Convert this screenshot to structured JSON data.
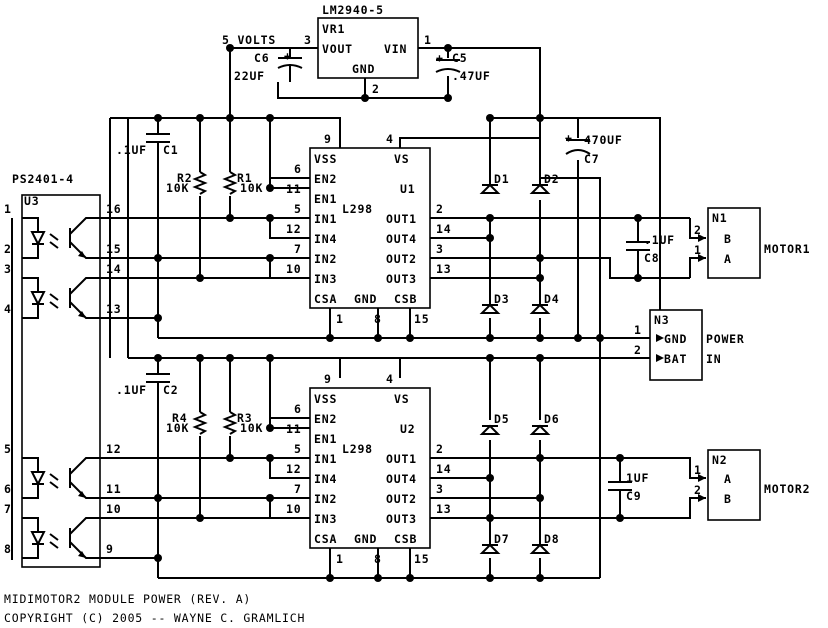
{
  "vr1": {
    "ref": "VR1",
    "part": "LM2940-5",
    "vout": "VOUT",
    "vin": "VIN",
    "gnd": "GND",
    "pin1": "1",
    "pin2": "2",
    "pin3": "3",
    "net": "5 VOLTS"
  },
  "c5": {
    "ref": "C5",
    "value": ".47UF"
  },
  "c6": {
    "ref": "C6",
    "value": "22UF"
  },
  "c7": {
    "ref": "C7",
    "value": "470UF"
  },
  "c1": {
    "ref": "C1",
    "value": ".1UF"
  },
  "c2": {
    "ref": "C2",
    "value": ".1UF"
  },
  "c8": {
    "ref": "C8",
    "value": ".1UF"
  },
  "c9": {
    "ref": "C9",
    "value": "1UF"
  },
  "r1": {
    "ref": "R1",
    "value": "10K"
  },
  "r2": {
    "ref": "R2",
    "value": "10K"
  },
  "r3": {
    "ref": "R3",
    "value": "10K"
  },
  "r4": {
    "ref": "R4",
    "value": "10K"
  },
  "u3": {
    "ref": "U3",
    "part": "PS2401-4",
    "pins_left": [
      "1",
      "2",
      "3",
      "4",
      "5",
      "6",
      "7",
      "8"
    ],
    "pins_right": [
      "16",
      "15",
      "14",
      "13",
      "12",
      "11",
      "10",
      "9"
    ]
  },
  "u1": {
    "ref": "U1",
    "part": "L298",
    "vss": "VSS",
    "vs": "VS",
    "en2": "EN2",
    "en1": "EN1",
    "in1": "IN1",
    "in4": "IN4",
    "in2": "IN2",
    "in3": "IN3",
    "out1": "OUT1",
    "out4": "OUT4",
    "out2": "OUT2",
    "out3": "OUT3",
    "csa": "CSA",
    "gnd": "GND",
    "csb": "CSB",
    "pins": {
      "vss": "9",
      "vs": "4",
      "en2": "6",
      "en1": "11",
      "in1": "5",
      "in4": "12",
      "in2": "7",
      "in3": "10",
      "out1": "2",
      "out4": "14",
      "out2": "3",
      "out3": "13",
      "csa": "1",
      "gnd": "8",
      "csb": "15"
    }
  },
  "u2": {
    "ref": "U2",
    "part": "L298"
  },
  "diodes": [
    "D1",
    "D2",
    "D3",
    "D4",
    "D5",
    "D6",
    "D7",
    "D8"
  ],
  "n1": {
    "ref": "N1",
    "pin2": "2",
    "pin1": "1",
    "b": "B",
    "a": "A",
    "label": "MOTOR1"
  },
  "n2": {
    "ref": "N2",
    "pin1": "1",
    "pin2": "2",
    "a": "A",
    "b": "B",
    "label": "MOTOR2"
  },
  "n3": {
    "ref": "N3",
    "pin1": "1",
    "pin2": "2",
    "gnd": "GND",
    "bat": "BAT",
    "label1": "POWER",
    "label2": "IN"
  },
  "footer": {
    "line1": "MIDIMOTOR2 MODULE POWER (REV. A)",
    "line2": "COPYRIGHT (C) 2005 -- WAYNE C. GRAMLICH"
  }
}
